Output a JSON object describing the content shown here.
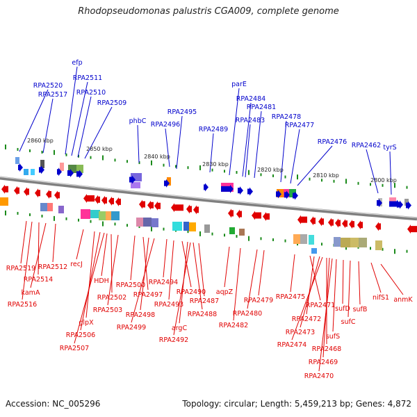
{
  "title": "Rhodopseudomonas palustris CGA009, complete genome",
  "footer": {
    "accession": "Accession: NC_005296",
    "info": "Topology: circular; Length: 5,459,213 bp; Genes: 4,872"
  },
  "colors": {
    "top_genes": "#0000cc",
    "bottom_genes": "#e00000",
    "ticks": "#1a8a1a",
    "backbone": "#808080"
  },
  "kbp_labels": [
    "2860 kbp",
    "2850 kbp",
    "2840 kbp",
    "2830 kbp",
    "2820 kbp",
    "2810 kbp",
    "2800 kbp"
  ],
  "top_genes": [
    "RPA2520",
    "RPA2517",
    "efp",
    "RPA2511",
    "RPA2510",
    "RPA2509",
    "phbC",
    "RPA2496",
    "RPA2495",
    "RPA2489",
    "parE",
    "RPA2484",
    "RPA2483",
    "RPA2481",
    "RPA2478",
    "RPA2477",
    "RPA2476",
    "RPA2462",
    "tyrS"
  ],
  "bottom_genes": [
    "RPA2519",
    "RPA2512",
    "RPA2514",
    "kamA",
    "RPA2516",
    "recJ",
    "glpX",
    "RPA2506",
    "RPA2507",
    "HDH",
    "RPA2502",
    "RPA2503",
    "RPA2500",
    "RPA2497",
    "RPA2498",
    "RPA2499",
    "RPA2494",
    "RPA2493",
    "RPA2490",
    "RPA2487",
    "RPA2488",
    "argC",
    "RPA2492",
    "aqpZ",
    "RPA2482",
    "RPA2480",
    "RPA2479",
    "RPA2475",
    "RPA2471",
    "RPA2472",
    "RPA2473",
    "RPA2474",
    "RPA2468",
    "RPA2469",
    "RPA2470",
    "sufS",
    "sufD",
    "sufC",
    "sufB",
    "nifS1",
    "anmK"
  ]
}
